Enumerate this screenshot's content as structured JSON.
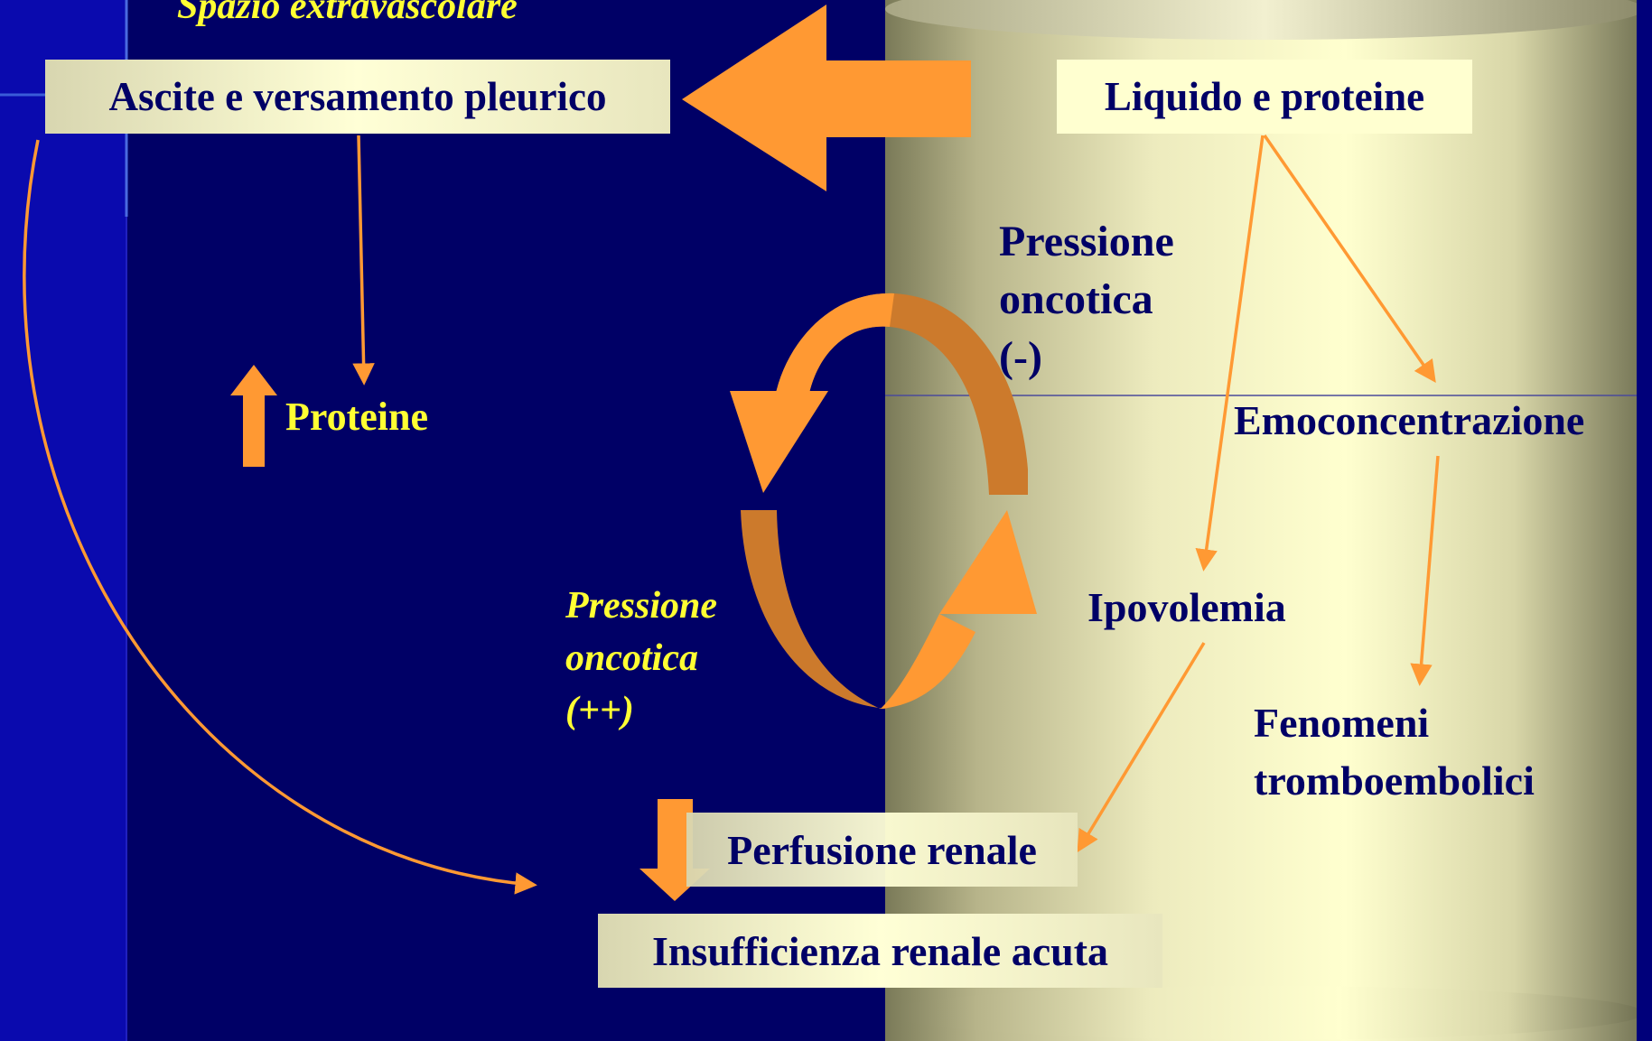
{
  "labels": {
    "space_extravascular": "Spazio extravascolare",
    "ascites": "Ascite e versamento pleurico",
    "fluid_proteins": "Liquido e proteine",
    "oncotic_minus_line1": "Pressione",
    "oncotic_minus_line2": "oncotica",
    "oncotic_minus_line3": "(-)",
    "proteins": "Proteine",
    "hemoconcentration": "Emoconcentrazione",
    "hypovolemia": "Ipovolemia",
    "oncotic_plus_line1": "Pressione",
    "oncotic_plus_line2": "oncotica",
    "oncotic_plus_line3": "(++)",
    "thrombo_line1": "Fenomeni",
    "thrombo_line2": "tromboembolici",
    "renal_perfusion": "Perfusione renale",
    "acute_renal_failure": "Insufficienza renale acuta"
  },
  "colors": {
    "background": "#000066",
    "left_strip": "#0A0AAE",
    "arrow": "#FF9933",
    "arrow_dark": "#CC7A2C",
    "text_dark": "#000066",
    "text_yellow": "#FFFF33",
    "box_fill": "#FFFFCC"
  },
  "icons": {
    "up_arrow": "up-arrow-icon",
    "down_arrow": "down-arrow-icon",
    "big_left_arrow": "big-left-arrow-icon",
    "cycle_arrows": "cycle-arrows-icon"
  }
}
